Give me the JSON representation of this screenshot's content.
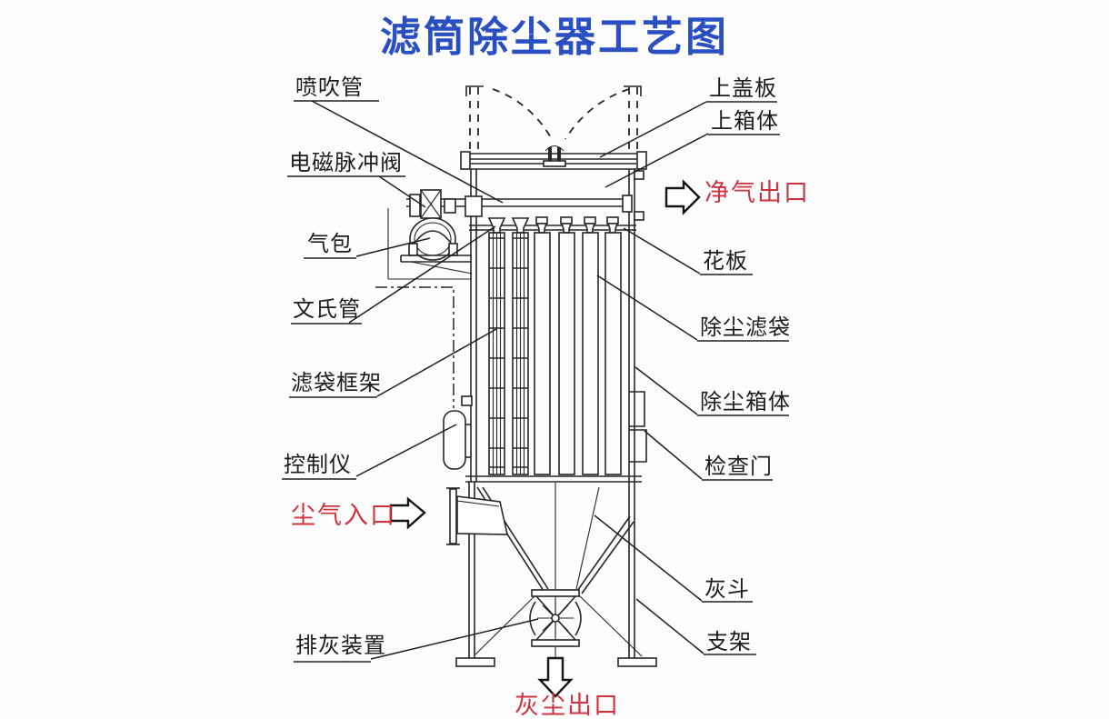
{
  "title": "滤筒除尘器工艺图",
  "colors": {
    "title_blue": "#2a4fc2",
    "label_black": "#1c1c1c",
    "flow_red": "#ce3440",
    "line": "#262626",
    "background": "#fdfdfd"
  },
  "component_labels": {
    "blow_pipe": "喷吹管",
    "solenoid_pulse_valve": "电磁脉冲阀",
    "air_tank": "气包",
    "venturi_tube": "文氏管",
    "filter_bag_cage": "滤袋框架",
    "controller": "控制仪",
    "ash_discharge_device": "排灰装置",
    "top_cover_plate": "上盖板",
    "upper_box_body": "上箱体",
    "tube_sheet": "花板",
    "dust_filter_bag": "除尘滤袋",
    "dust_collector_box_body": "除尘箱体",
    "inspection_door": "检查门",
    "ash_hopper": "灰斗",
    "support_frame": "支架"
  },
  "flow_labels": {
    "dusty_air_inlet": "尘气入口",
    "clean_air_outlet": "净气出口",
    "dust_outlet": "灰尘出口"
  }
}
